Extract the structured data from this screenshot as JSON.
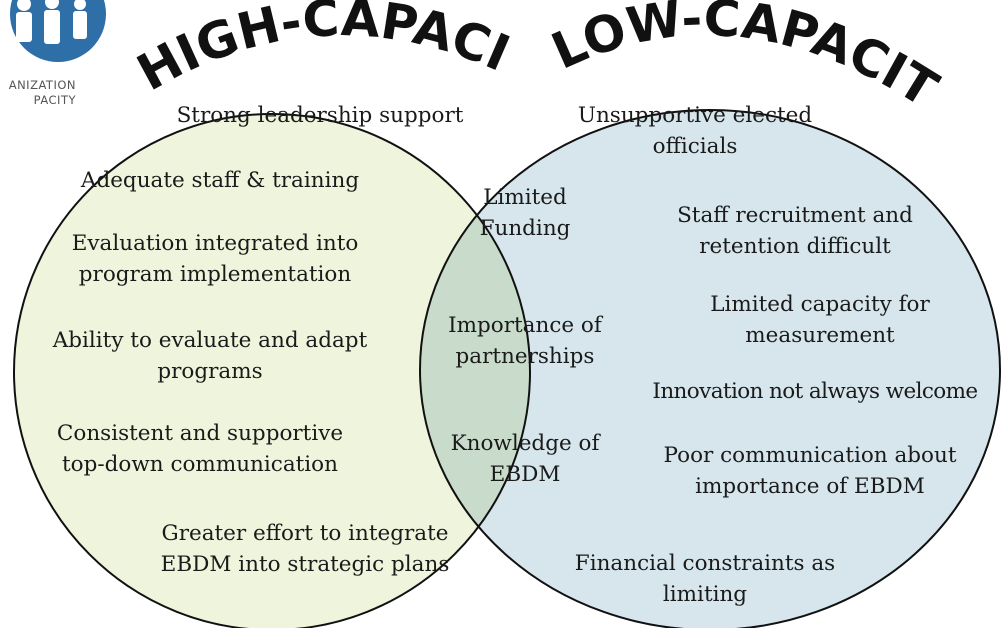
{
  "headings": {
    "left": "HIGH-CAPACITY",
    "right": "LOW-CAPACITY"
  },
  "logo": {
    "text": "ANIZATION\nPACITY",
    "icon": "people-logo-icon"
  },
  "colors": {
    "left_fill": "#eff4dc",
    "right_fill": "#d6e6ec",
    "overlap_fill": "#c9dccb",
    "outline": "#111111",
    "heading_fill": "#111111",
    "logo_blue": "#2f6fa8"
  },
  "high_capacity": [
    "Strong leadership support",
    "Adequate staff & training",
    "Evaluation integrated into\nprogram implementation",
    "Ability to evaluate and adapt\nprograms",
    "Consistent and supportive\ntop-down communication",
    "Greater effort to integrate\nEBDM into strategic plans"
  ],
  "shared": [
    "Limited\nFunding",
    "Importance of\npartnerships",
    "Knowledge of\nEBDM"
  ],
  "low_capacity": [
    "Unsupportive elected\nofficials",
    "Staff recruitment and\nretention difficult",
    "Limited capacity for\nmeasurement",
    "Innovation not always welcome",
    "Poor communication about\nimportance of EBDM",
    "Financial constraints as\nlimiting"
  ]
}
